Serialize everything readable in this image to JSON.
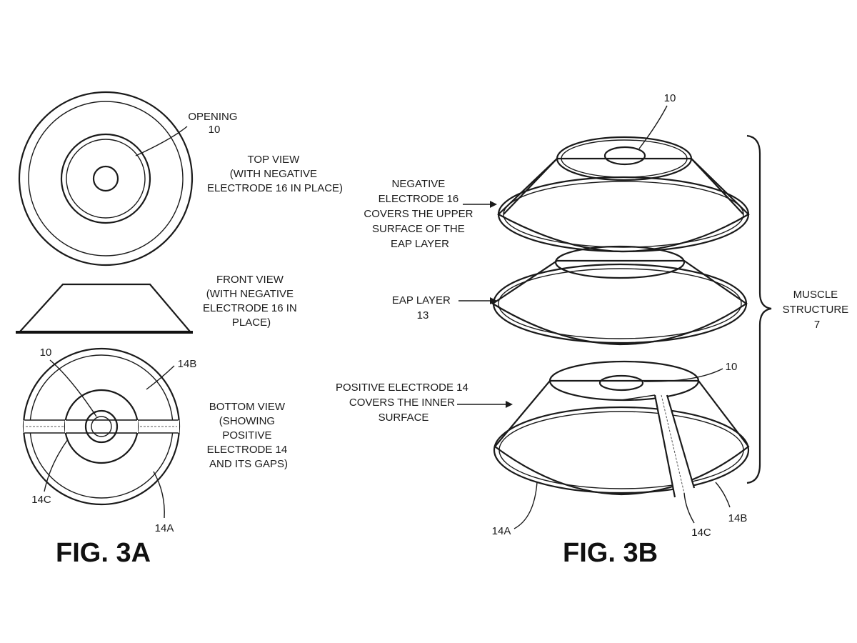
{
  "fig3a": {
    "top_view": {
      "opening_label": [
        "OPENING",
        "10"
      ],
      "caption": [
        "TOP VIEW",
        "(WITH NEGATIVE",
        "ELECTRODE 16 IN PLACE)"
      ]
    },
    "front_view": {
      "caption": [
        "FRONT VIEW",
        "(WITH NEGATIVE",
        "ELECTRODE 16 IN",
        "PLACE)"
      ]
    },
    "bottom_view": {
      "caption": [
        "BOTTOM VIEW",
        "(SHOWING",
        "POSITIVE",
        "ELECTRODE 14",
        "AND ITS GAPS)"
      ],
      "ref_10": "10",
      "ref_14b": "14B",
      "ref_14c": "14C",
      "ref_14a": "14A"
    },
    "title": "FIG. 3A"
  },
  "fig3b": {
    "ref_10_top": "10",
    "negative_electrode_label": [
      "NEGATIVE",
      "ELECTRODE 16",
      "COVERS THE UPPER",
      "SURFACE OF THE",
      "EAP LAYER"
    ],
    "eap_layer_label": [
      "EAP LAYER",
      "13"
    ],
    "positive_electrode_label": [
      "POSITIVE ELECTRODE 14",
      "COVERS THE INNER",
      "SURFACE"
    ],
    "ref_10_bottom": "10",
    "muscle_structure_label": [
      "MUSCLE",
      "STRUCTURE",
      "7"
    ],
    "ref_14a": "14A",
    "ref_14c": "14C",
    "ref_14b": "14B",
    "title": "FIG. 3B"
  },
  "colors": {
    "ink": "#1a1a1a",
    "background": "#ffffff"
  }
}
